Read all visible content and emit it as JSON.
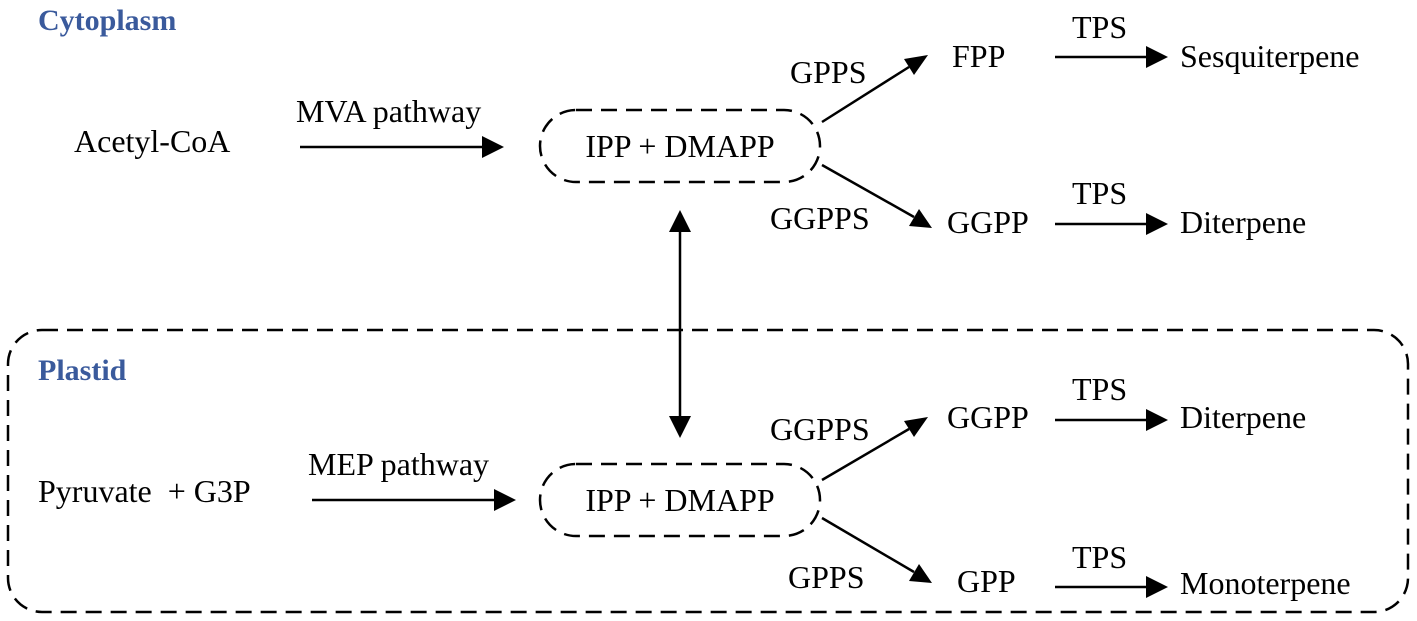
{
  "colors": {
    "region_label": "#3a5a9c",
    "ink": "#000000",
    "background": "#ffffff"
  },
  "regions": {
    "cytoplasm": "Cytoplasm",
    "plastid": "Plastid"
  },
  "cytoplasm": {
    "substrate": "Acetyl-CoA",
    "pathway": "MVA pathway",
    "hub": "IPP + DMAPP",
    "upper_branch": {
      "enzyme": "GPPS",
      "intermediate": "FPP",
      "synthase": "TPS",
      "product": "Sesquiterpene"
    },
    "lower_branch": {
      "enzyme": "GGPPS",
      "intermediate": "GGPP",
      "synthase": "TPS",
      "product": "Diterpene"
    }
  },
  "plastid": {
    "substrate": "Pyruvate  + G3P",
    "pathway": "MEP pathway",
    "hub": "IPP + DMAPP",
    "upper_branch": {
      "enzyme": "GGPPS",
      "intermediate": "GGPP",
      "synthase": "TPS",
      "product": "Diterpene"
    },
    "lower_branch": {
      "enzyme": "GPPS",
      "intermediate": "GPP",
      "synthase": "TPS",
      "product": "Monoterpene"
    }
  }
}
